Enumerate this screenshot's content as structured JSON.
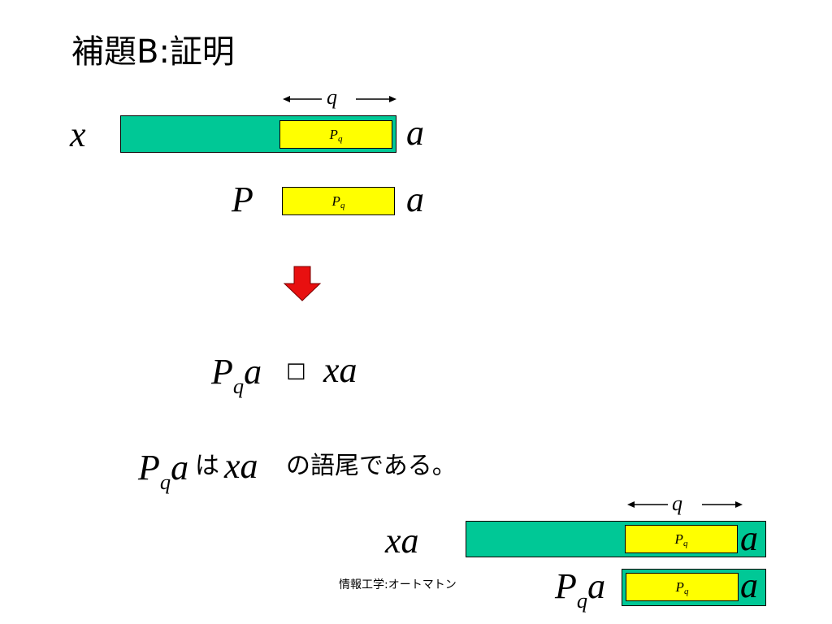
{
  "slide": {
    "title": "補題B:証明",
    "footer": "情報工学:オートマトン"
  },
  "diagram1": {
    "x_label": "x",
    "q_label": "q",
    "pq_main": "P",
    "pq_sub": "q",
    "a_label": "a",
    "p_label": "P",
    "pq2_main": "P",
    "pq2_sub": "q",
    "a2_label": "a"
  },
  "relation": {
    "lhs_main": "P",
    "lhs_sub": "q",
    "lhs_tail": "a",
    "symbol": "□",
    "rhs": "xa"
  },
  "statement": {
    "lhs_main": "P",
    "lhs_sub": "q",
    "lhs_tail": "a",
    "ha": "は",
    "xa": "xa",
    "text": "の語尾である。"
  },
  "diagram2": {
    "q_label": "q",
    "xa_label": "xa",
    "pq_main": "P",
    "pq_sub": "q",
    "a_label": "a",
    "lhs_main": "P",
    "lhs_sub": "q",
    "lhs_tail": "a",
    "pq2_main": "P",
    "pq2_sub": "q",
    "a2_label": "a"
  },
  "colors": {
    "green": "#00c896",
    "yellow": "#ffff00",
    "red_arrow": "#e81010"
  }
}
